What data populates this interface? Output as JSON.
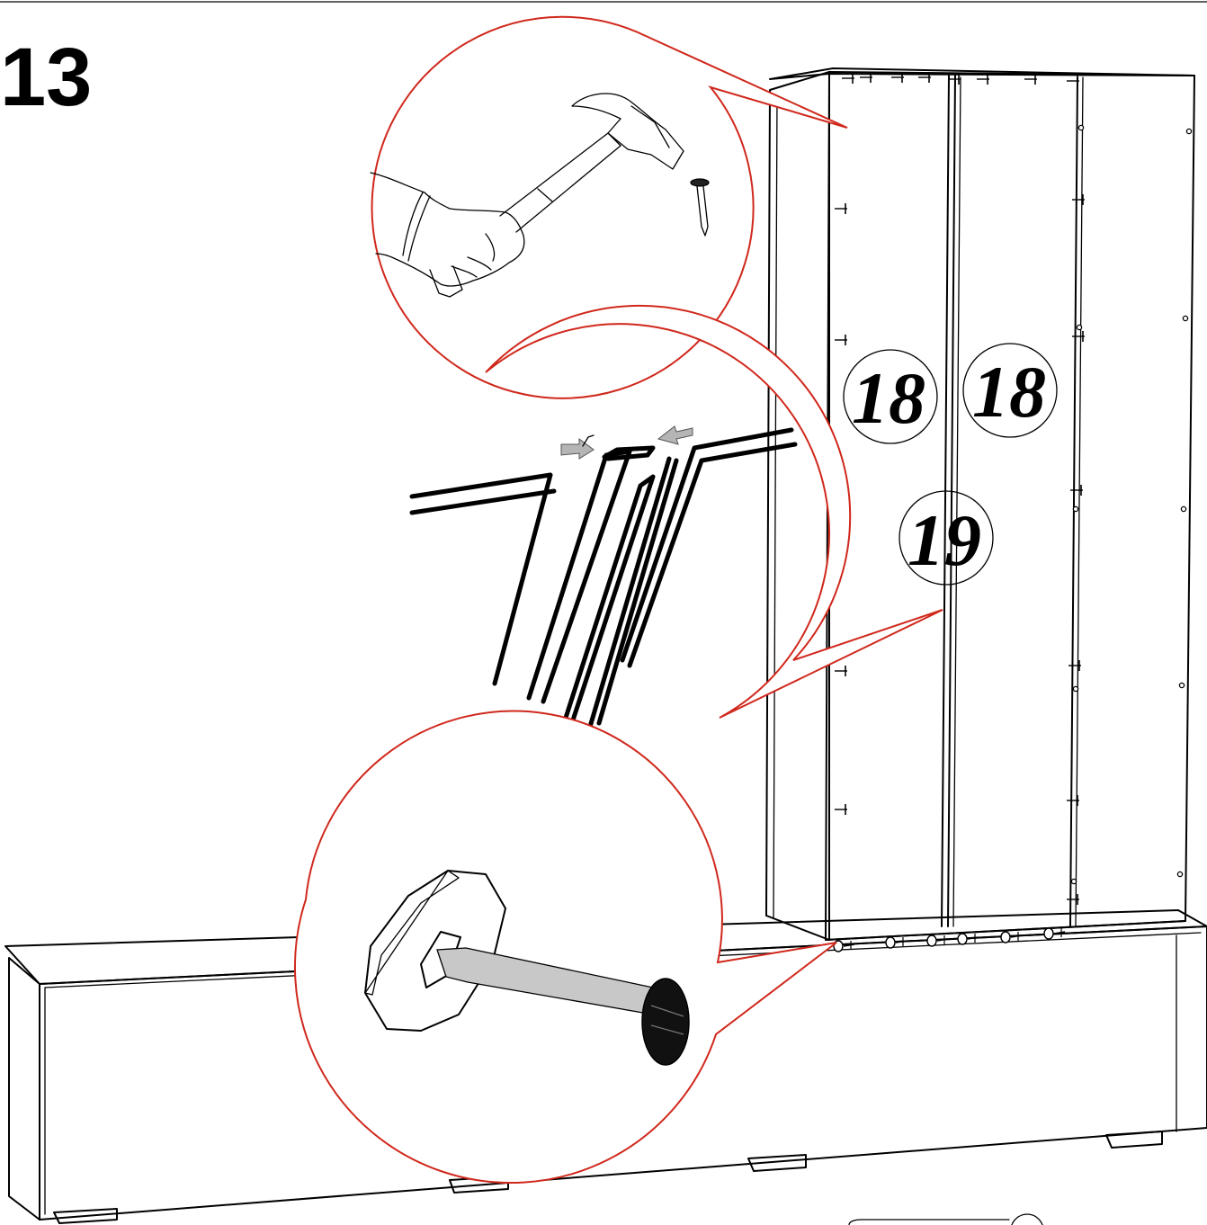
{
  "step": {
    "number": "13"
  },
  "labels": {
    "panel_left": "18",
    "panel_right": "18",
    "joint_strip": "19"
  },
  "details": [
    {
      "name": "hammer-nail-detail"
    },
    {
      "name": "panel-joint-detail"
    },
    {
      "name": "cam-bolt-detail"
    }
  ],
  "colors": {
    "callout_outline": "#d0281c",
    "line": "#000000",
    "arrow_fill": "#b5b5b5",
    "bolt_fill": "#c8c8c8",
    "foot_fill": "#000000"
  }
}
